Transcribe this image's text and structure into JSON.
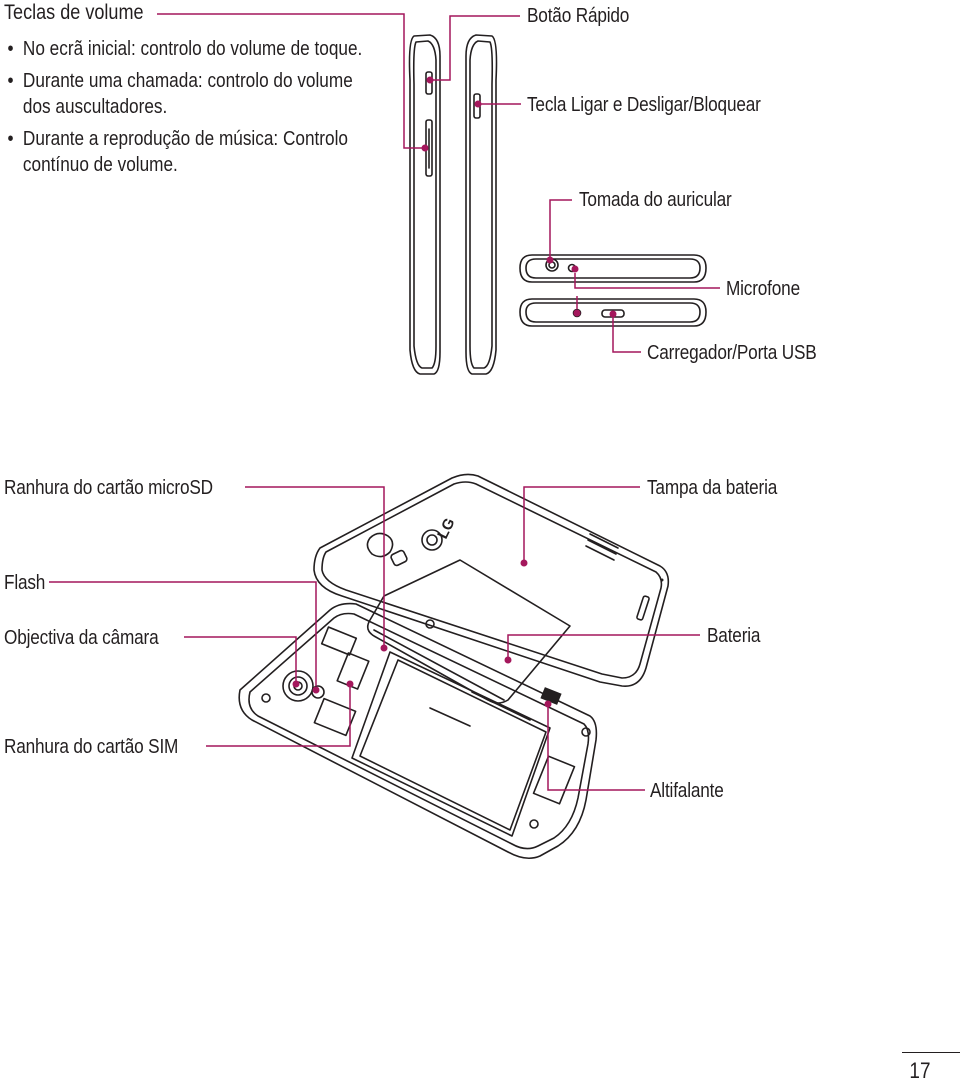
{
  "volume": {
    "title": "Teclas de volume",
    "items": [
      "No ecrã inicial: controlo do volume de toque.",
      "Durante uma chamada: controlo do volume dos auscultadores.",
      "Durante a reprodução de música: Controlo contínuo de volume."
    ]
  },
  "labels": {
    "quick_button": "Botão Rápido",
    "power_key": "Tecla Ligar e Desligar/Bloquear",
    "headset_jack": "Tomada do auricular",
    "microphone": "Microfone",
    "charger_usb": "Carregador/Porta USB",
    "microsd_slot": "Ranhura do cartão microSD",
    "battery_cover": "Tampa da bateria",
    "flash": "Flash",
    "camera_lens": "Objectiva da câmara",
    "battery": "Bateria",
    "sim_slot": "Ranhura do cartão SIM",
    "speaker": "Altifalante"
  },
  "logo_text": "LG",
  "page_number": "17",
  "colors": {
    "leader": "#a4175c",
    "line_art": "#231f20"
  }
}
